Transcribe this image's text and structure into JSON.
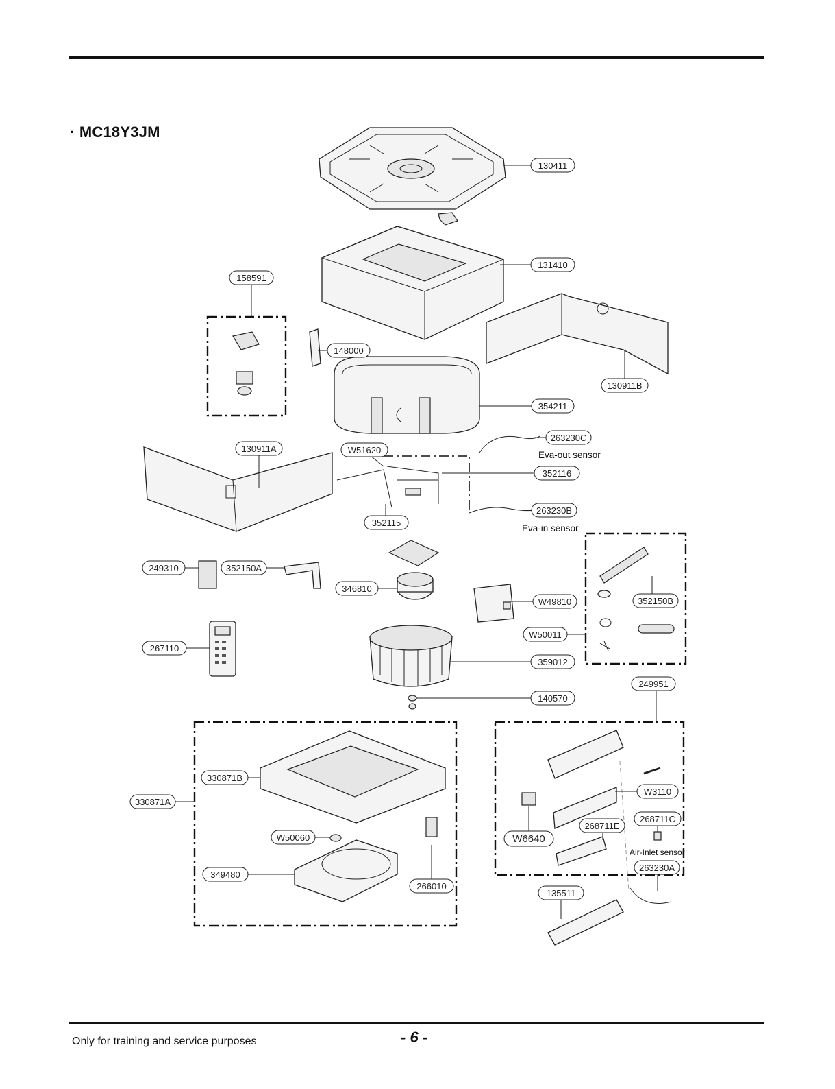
{
  "header": {
    "model": "· MC18Y3JM"
  },
  "footer": {
    "note": "Only for training and service purposes",
    "page": "- 6 -"
  },
  "parts": {
    "p130411": "130411",
    "p131410": "131410",
    "p158591": "158591",
    "p148000": "148000",
    "p130911B": "130911B",
    "p354211": "354211",
    "p263230C": "263230C",
    "p130911A": "130911A",
    "pW51620": "W51620",
    "p352116": "352116",
    "p263230B": "263230B",
    "p352115": "352115",
    "p249310": "249310",
    "p352150A": "352150A",
    "p346810": "346810",
    "pW49810": "W49810",
    "p352150B": "352150B",
    "pW50011": "W50011",
    "p267110": "267110",
    "p359012": "359012",
    "p249951": "249951",
    "p140570": "140570",
    "p330871B": "330871B",
    "pW3110": "W3110",
    "p330871A": "330871A",
    "p268711C": "268711C",
    "p268711E": "268711E",
    "pW6640": "W6640",
    "pW50060": "W50060",
    "p263230A": "263230A",
    "p349480": "349480",
    "p266010": "266010",
    "p135511": "135511"
  },
  "captions": {
    "eva_out": "Eva-out sensor",
    "eva_in": "Eva-in sensor",
    "air_inlet": "Air-Inlet sensor"
  }
}
